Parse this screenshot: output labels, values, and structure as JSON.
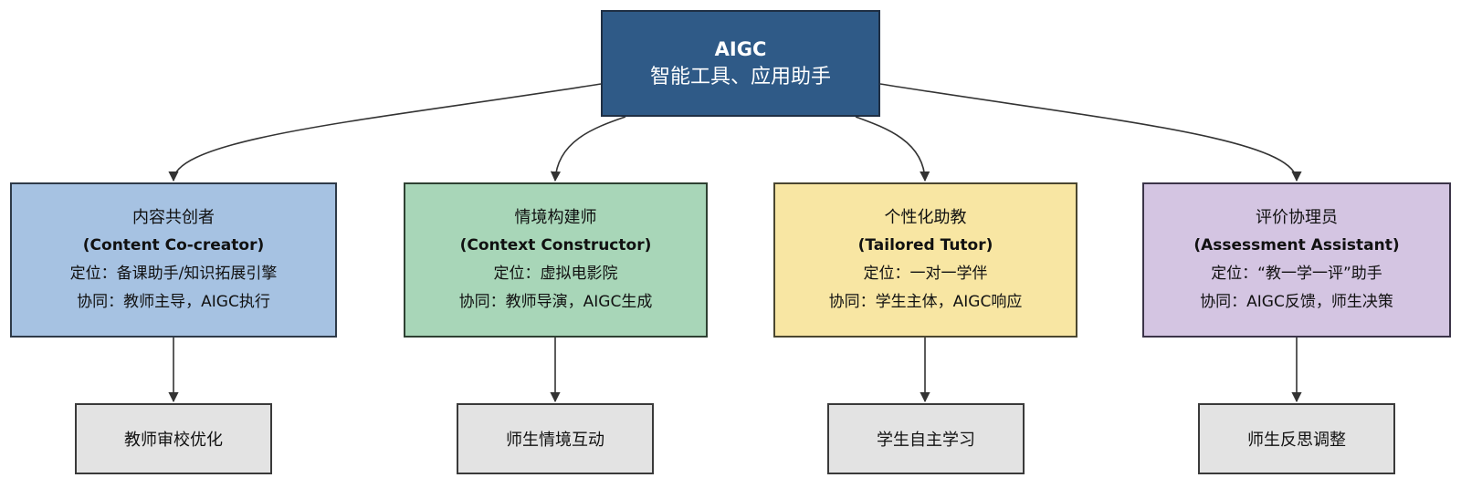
{
  "root": {
    "title": "AIGC",
    "subtitle": "智能工具、应用助手",
    "color": "#2f5a87"
  },
  "roles": [
    {
      "name": "内容共创者",
      "english": "(Content Co-creator)",
      "positioning": "定位：备课助手/知识拓展引擎",
      "collaboration": "协同：教师主导，AIGC执行",
      "color": "#a6c2e2"
    },
    {
      "name": "情境构建师",
      "english": "(Context Constructor)",
      "positioning": "定位：虚拟电影院",
      "collaboration": "协同：教师导演，AIGC生成",
      "color": "#a8d6b8"
    },
    {
      "name": "个性化助教",
      "english": "(Tailored Tutor)",
      "positioning": "定位：一对一学伴",
      "collaboration": "协同：学生主体，AIGC响应",
      "color": "#f8e6a3"
    },
    {
      "name": "评价协理员",
      "english": "(Assessment Assistant)",
      "positioning": "定位：“教一学一评”助手",
      "collaboration": "协同：AIGC反馈，师生决策",
      "color": "#d4c5e2"
    }
  ],
  "outcomes": [
    {
      "label": "教师审校优化"
    },
    {
      "label": "师生情境互动"
    },
    {
      "label": "学生自主学习"
    },
    {
      "label": "师生反思调整"
    }
  ],
  "edges": [
    {
      "from": "root",
      "to": "role-1"
    },
    {
      "from": "root",
      "to": "role-2"
    },
    {
      "from": "root",
      "to": "role-3"
    },
    {
      "from": "root",
      "to": "role-4"
    },
    {
      "from": "role-1",
      "to": "outcome-1"
    },
    {
      "from": "role-2",
      "to": "outcome-2"
    },
    {
      "from": "role-3",
      "to": "outcome-3"
    },
    {
      "from": "role-4",
      "to": "outcome-4"
    }
  ]
}
